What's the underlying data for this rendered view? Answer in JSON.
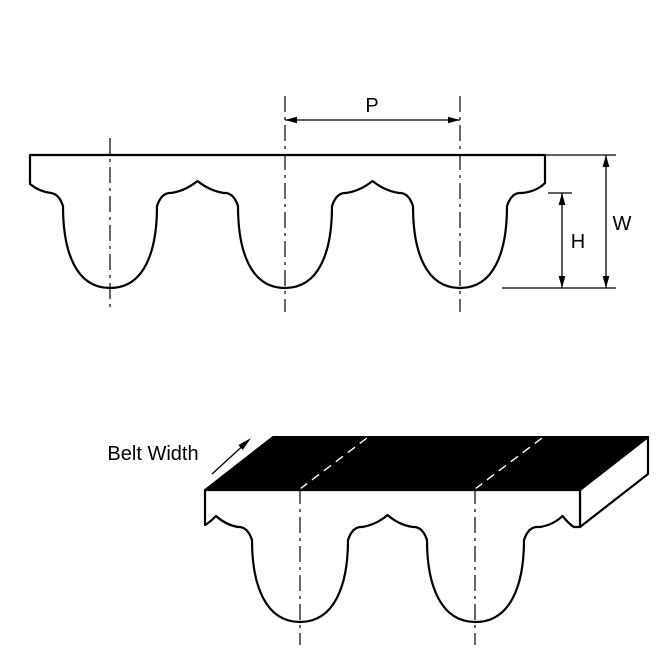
{
  "diagram": {
    "type": "timing-belt-technical-drawing",
    "profile_view": {
      "description": "belt tooth profile cross-section with three teeth",
      "tooth_count": 3,
      "dimension_labels": {
        "pitch": "P",
        "overall_thickness": "W",
        "tooth_height": "H"
      }
    },
    "isometric_view": {
      "description": "3d belt segment with two teeth and black top face",
      "tooth_count": 2,
      "width_label": "Belt Width"
    },
    "colors": {
      "line": "#000000",
      "background": "#ffffff",
      "belt_fill": "#ffffff",
      "top_face_fill": "#000000"
    }
  }
}
